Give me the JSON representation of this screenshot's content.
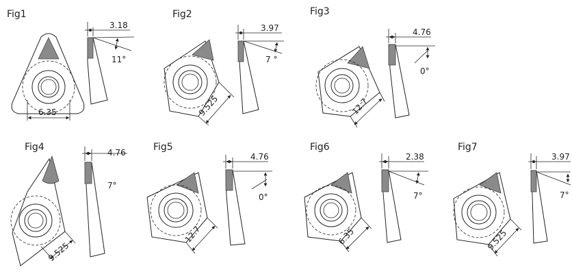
{
  "figures": [
    {
      "title": "Fig1",
      "size": "6.35",
      "thickness": "3.18",
      "angle": "11°"
    },
    {
      "title": "Fig2",
      "size": "9.525",
      "thickness": "3.97",
      "angle": "7 °"
    },
    {
      "title": "Fig3",
      "size": "12.7",
      "thickness": "4.76",
      "angle": "0°"
    },
    {
      "title": "Fig4",
      "size": "9.525",
      "thickness": "4.76",
      "angle": "7°"
    },
    {
      "title": "Fig5",
      "size": "12.7",
      "thickness": "4.76",
      "angle": "0°"
    },
    {
      "title": "Fig6",
      "size": "6.35",
      "thickness": "2.38",
      "angle": "7°"
    },
    {
      "title": "Fig7",
      "size": "9.525",
      "thickness": "3.97",
      "angle": "7°"
    }
  ]
}
